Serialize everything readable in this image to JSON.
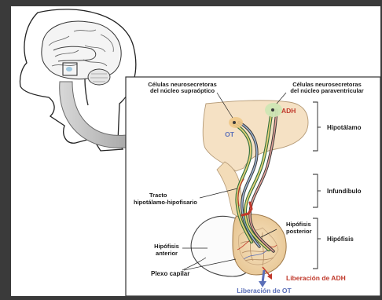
{
  "labels": {
    "supraoptic_line1": "Células neurosecretoras",
    "supraoptic_line2": "del núcleo supraóptico",
    "paraventricular_line1": "Células neurosecretoras",
    "paraventricular_line2": "del núcleo paraventricular",
    "adh": "ADH",
    "ot": "OT",
    "hipotalamo": "Hipotálamo",
    "infundibulo": "Infundíbulo",
    "hipofisis": "Hipófisis",
    "tracto_line1": "Tracto",
    "tracto_line2": "hipotálamo-hipofisario",
    "hipofisis_posterior_line1": "Hipófisis",
    "hipofisis_posterior_line2": "posterior",
    "hipofisis_anterior_line1": "Hipófisis",
    "hipofisis_anterior_line2": "anterior",
    "plexo_capilar": "Plexo capilar",
    "liberacion_adh": "Liberación de ADH",
    "liberacion_ot": "Liberación de OT"
  },
  "colors": {
    "adh": "#c0392b",
    "ot": "#5b6fb8",
    "tissue": "#f3dfc0",
    "frame_bg": "#3a3a3a"
  }
}
